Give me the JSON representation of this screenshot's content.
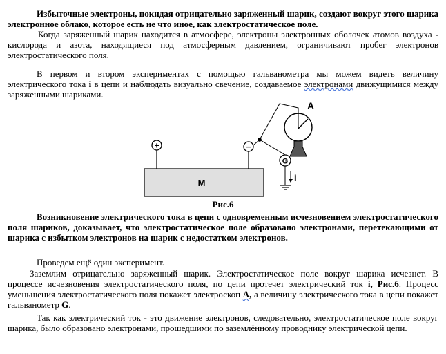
{
  "paragraphs": {
    "p1": "Избыточные электроны, покидая отрицательно заряженный шарик, создают вокруг этого шарика электронное облако, которое есть не что иное, как электростатическое поле.",
    "p2": "Когда заряженный шарик находится в атмосфере, электроны электронных оболочек атомов воздуха - кислорода и азота, находящиеся под атмосферным давлением, ограничивают пробег электронов электростатического поля.",
    "p3_a": "В   первом и втором   экспериментах   с  помощью гальванометра мы можем видеть величину электрического тока ",
    "p3_i": "i",
    "p3_b": " в цепи и наблюдать визуально  свечение, создаваемое ",
    "p3_u": "электронами",
    "p3_c": " движущимися между заряженными шариками.",
    "p4": "Возникновение электрического тока в цепи с одновременным   исчезновением электростатического поля шариков, доказывает, что электростатическое поле  образовано электронами, перетекающими от шарика с избытком электронов на шарик с недостатком электронов.",
    "p5": "Проведем ещё один эксперимент.",
    "p6_a": "Заземлим отрицательно заряженный шарик. Электростатическое поле  вокруг шарика исчезнет. В процессе исчезновения электростатического поля, по цепи протечет электрический ток ",
    "p6_b": "i, Рис.6",
    "p6_c": ". Процесс уменьшения электростатического поля покажет электроскоп ",
    "p6_d": "А,",
    "p6_e": " а величину электрического тока в цепи покажет гальванометр  ",
    "p6_f": "G",
    "p6_g": ".",
    "p7": "Так как электрический ток - это движение электронов, следовательно, электростатическое поле вокруг шарика, было образовано электронами, прошедшими   по заземлённому проводнику электрической цепи."
  },
  "figure": {
    "caption": "Рис.6",
    "plus_sign": "+",
    "minus_sign": "−",
    "block_label": "M",
    "galvanometer_label": "G",
    "electroscope_label": "A",
    "current_label": "i"
  }
}
